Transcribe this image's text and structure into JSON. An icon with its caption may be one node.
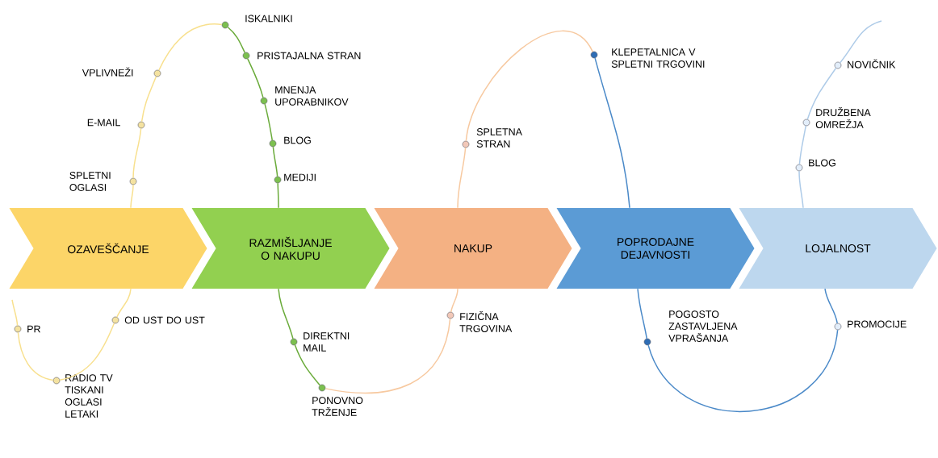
{
  "diagram": {
    "nodes": [
      {
        "text": [
          "OZAVEŠČANJE"
        ]
      },
      {
        "text": [
          "RAZMIŠLJANJE O NAKUPU"
        ]
      },
      {
        "text": [
          "NAKUP"
        ]
      },
      {
        "text": [
          "POPRODAJNE DEJAVNOSTI"
        ]
      },
      {
        "text": [
          "LOJALNOST"
        ]
      },
      {
        "text": [
          "PR"
        ]
      },
      {
        "text": [
          "RADIO TV TISKANI OGLASI LETAKI"
        ]
      },
      {
        "text": [
          "OD UST DO UST"
        ]
      },
      {
        "text": [
          "SPLETNI OGLASI"
        ]
      },
      {
        "text": [
          "E-MAIL"
        ]
      },
      {
        "text": [
          "VPLIVNEŽI"
        ]
      },
      {
        "text": [
          "ISKALNIKI"
        ]
      },
      {
        "text": [
          "PRISTAJALNA STRAN"
        ]
      },
      {
        "text": [
          "MNENJA UPORABNIKOV"
        ]
      },
      {
        "text": [
          "BLOG"
        ]
      },
      {
        "text": [
          "MEDIJI"
        ]
      },
      {
        "text": [
          "DIREKTNI MAIL"
        ]
      },
      {
        "text": [
          "PONOVNO TRŽENJE"
        ]
      },
      {
        "text": [
          "FIZIČNA TRGOVINA"
        ]
      },
      {
        "text": [
          "SPLETNA STRAN"
        ]
      },
      {
        "text": [
          "KLEPETALNICA V SPLETNI TRGOVINI"
        ]
      },
      {
        "text": [
          "POGOSTO ZASTAVLJENA VPRAŠANJA"
        ]
      },
      {
        "text": [
          "PROMOCIJE"
        ]
      },
      {
        "text": [
          "BLOG"
        ]
      },
      {
        "text": [
          "DRUŽBENA OMREŽJA"
        ]
      },
      {
        "text": [
          "NOVIČNIK"
        ]
      }
    ],
    "edges": [
      {
        "from": null,
        "to": 5,
        "arrow": "none",
        "color": "#f8e08e"
      },
      {
        "from": 5,
        "to": 6,
        "arrow": "none",
        "color": "#f8e08e"
      },
      {
        "from": 6,
        "to": 7,
        "arrow": "none",
        "color": "#f8e08e"
      },
      {
        "from": 7,
        "to": 0,
        "arrow": "none",
        "color": "#f8e08e"
      },
      {
        "from": 0,
        "to": 8,
        "arrow": "none",
        "color": "#f8e08e"
      },
      {
        "from": 8,
        "to": 9,
        "arrow": "none",
        "color": "#f8e08e"
      },
      {
        "from": 9,
        "to": 10,
        "arrow": "none",
        "color": "#f8e08e"
      },
      {
        "from": 10,
        "to": 11,
        "arrow": "none",
        "color": "#f8e08e"
      },
      {
        "from": 11,
        "to": 12,
        "arrow": "none",
        "color": "#6aab3a"
      },
      {
        "from": 12,
        "to": 13,
        "arrow": "none",
        "color": "#6aab3a"
      },
      {
        "from": 13,
        "to": 14,
        "arrow": "none",
        "color": "#6aab3a"
      },
      {
        "from": 14,
        "to": 15,
        "arrow": "none",
        "color": "#6aab3a"
      },
      {
        "from": 15,
        "to": 1,
        "arrow": "none",
        "color": "#6aab3a"
      },
      {
        "from": 1,
        "to": 16,
        "arrow": "none",
        "color": "#6aab3a"
      },
      {
        "from": 16,
        "to": 17,
        "arrow": "none",
        "color": "#6aab3a"
      },
      {
        "from": 17,
        "to": 18,
        "arrow": "none",
        "color": "#f7c9a0"
      },
      {
        "from": 18,
        "to": 2,
        "arrow": "none",
        "color": "#f7c9a0"
      },
      {
        "from": 2,
        "to": 19,
        "arrow": "none",
        "color": "#f7c9a0"
      },
      {
        "from": 19,
        "to": 20,
        "arrow": "none",
        "color": "#f7c9a0"
      },
      {
        "from": 20,
        "to": 3,
        "arrow": "none",
        "color": "#4a89c8"
      },
      {
        "from": 3,
        "to": 21,
        "arrow": "none",
        "color": "#4a89c8"
      },
      {
        "from": 21,
        "to": 22,
        "arrow": "none",
        "color": "#4a89c8"
      },
      {
        "from": 22,
        "to": 4,
        "arrow": "none",
        "color": "#4a89c8"
      },
      {
        "from": 4,
        "to": 23,
        "arrow": "none",
        "color": "#aecbe8"
      },
      {
        "from": 23,
        "to": 24,
        "arrow": "none",
        "color": "#aecbe8"
      },
      {
        "from": 24,
        "to": 25,
        "arrow": "none",
        "color": "#aecbe8"
      },
      {
        "from": 25,
        "to": null,
        "arrow": "none",
        "color": "#aecbe8"
      }
    ]
  }
}
